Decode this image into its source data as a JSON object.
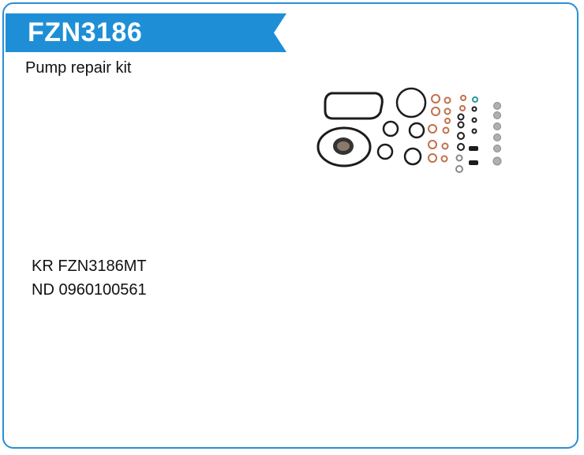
{
  "header": {
    "title": "FZN3186",
    "accent_color": "#1e8fd6"
  },
  "product": {
    "description": "Pump repair kit",
    "image_icon": "gasket-kit-photo"
  },
  "references": [
    "KR FZN3186MT",
    "ND 0960100561"
  ]
}
